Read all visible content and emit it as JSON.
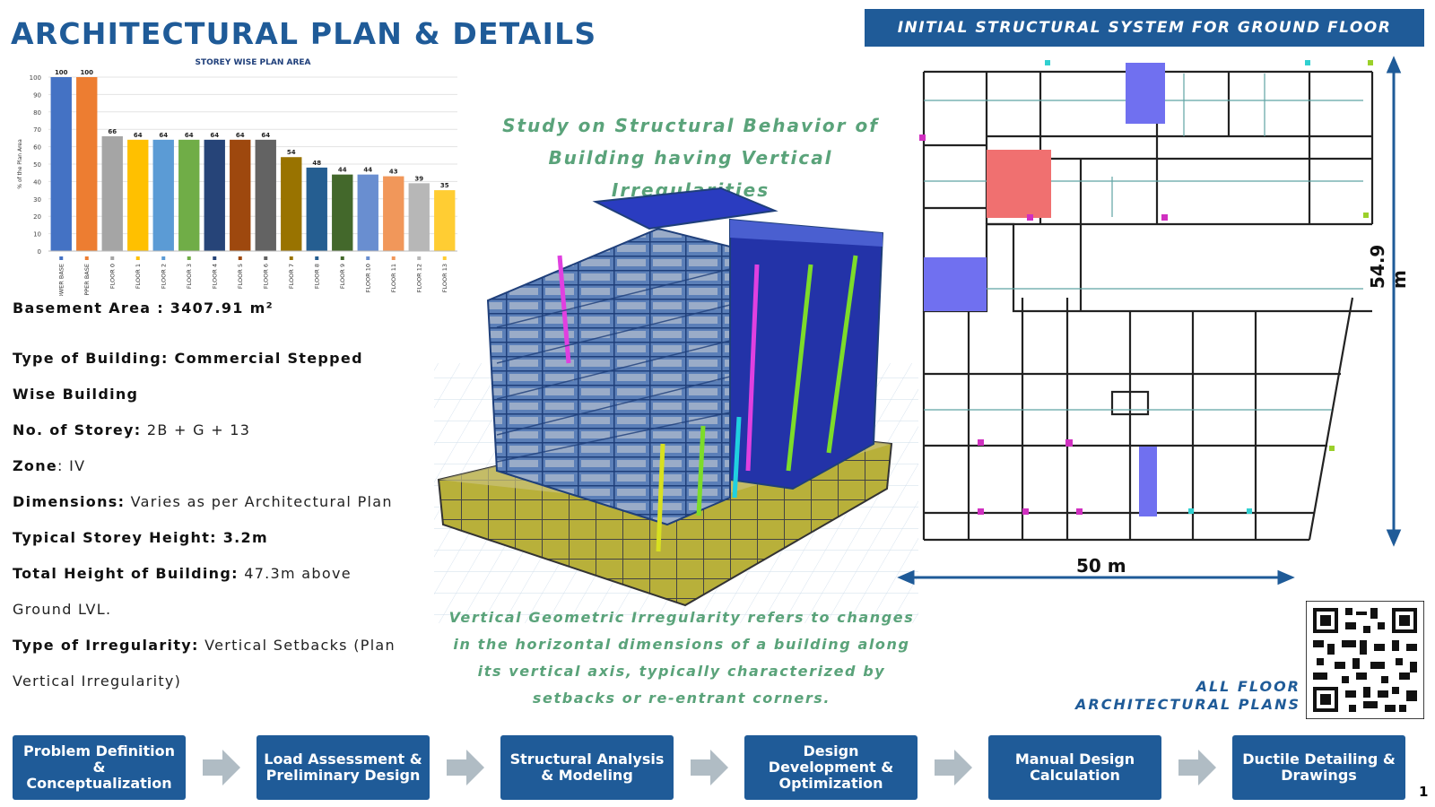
{
  "title": "ARCHITECTURAL PLAN & DETAILS",
  "banner": "INITIAL STRUCTURAL SYSTEM FOR GROUND FLOOR",
  "chart_data": {
    "type": "bar",
    "title": "STOREY WISE PLAN AREA",
    "ylabel": "% of the Plan Area",
    "xlabel": "",
    "ylim": [
      0,
      100
    ],
    "yticks": [
      0,
      10,
      20,
      30,
      40,
      50,
      60,
      70,
      80,
      90,
      100
    ],
    "categories": [
      "LOWER BASE",
      "UPPER BASE",
      "FLOOR 0",
      "FLOOR 1",
      "FLOOR 2",
      "FLOOR 3",
      "FLOOR 4",
      "FLOOR 5",
      "FLOOR 6",
      "FLOOR 7",
      "FLOOR 8",
      "FLOOR 9",
      "FLOOR 10",
      "FLOOR 11",
      "FLOOR 12",
      "FLOOR 13"
    ],
    "values": [
      100,
      100,
      66,
      64,
      64,
      64,
      64,
      64,
      64,
      54,
      48,
      44,
      44,
      43,
      39,
      35
    ],
    "colors": [
      "#4472c4",
      "#ed7d31",
      "#a5a5a5",
      "#ffc000",
      "#5b9bd5",
      "#70ad47",
      "#264478",
      "#9e480e",
      "#636363",
      "#997300",
      "#255e91",
      "#43682b",
      "#698ed0",
      "#f1975a",
      "#b7b7b7",
      "#ffcd33"
    ],
    "grid": true,
    "legend": "none"
  },
  "specs": {
    "basement_label": "Basement Area : 3407.91 m²",
    "type_label": "Type of Building: Commercial Stepped",
    "type_label_2": "Wise Building",
    "storey_label": "No. of Storey:",
    "storey_value": " 2B + G + 13",
    "zone_label": "Zone",
    "zone_value": ": IV",
    "dim_label": "Dimensions:",
    "dim_value": " Varies as per Architectural Plan",
    "height_label": "Typical Storey Height: 3.2m",
    "total_label": "Total Height of Building:",
    "total_value": " 47.3m above",
    "total_value_2": "Ground LVL.",
    "irr_label": "Type of Irregularity:",
    "irr_value": " Vertical Setbacks (Plan",
    "irr_value_2": "Vertical Irregularity)"
  },
  "study": {
    "line1": "Study on Structural Behavior of",
    "line2": "Building having Vertical Irregularities"
  },
  "description": {
    "line1": "Vertical Geometric Irregularity refers to changes",
    "line2": "in the horizontal dimensions of a building along",
    "line3": "its vertical axis, typically characterized by",
    "line4": "setbacks or re-entrant corners."
  },
  "plan": {
    "width_label": "50 m",
    "height_label": "54.9 m"
  },
  "all_floor": {
    "line1": "ALL FLOOR",
    "line2": "ARCHITECTURAL PLANS"
  },
  "flow": [
    {
      "label": "Problem Definition & Conceptualization"
    },
    {
      "label": "Load Assessment & Preliminary Design"
    },
    {
      "label": "Structural Analysis & Modeling"
    },
    {
      "label": "Design Development & Optimization"
    },
    {
      "label": "Manual Design Calculation"
    },
    {
      "label": "Ductile Detailing & Drawings"
    }
  ],
  "page_number": "1",
  "colors": {
    "accent": "#1f5b98",
    "green_text": "#5aa37a",
    "arrow": "#b0bcc4"
  }
}
